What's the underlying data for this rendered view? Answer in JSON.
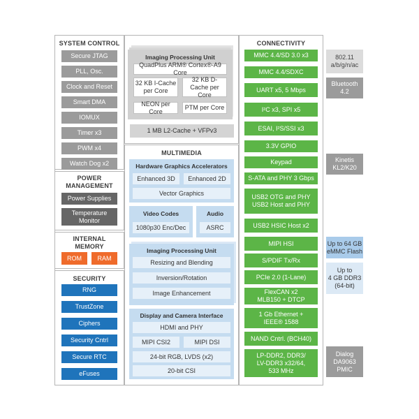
{
  "system_control": {
    "title": "SYSTEM CONTROL",
    "items": [
      "Secure JTAG",
      "PLL, Osc.",
      "Clock and Reset",
      "Smart DMA",
      "IOMUX",
      "Timer x3",
      "PWM x4",
      "Watch Dog x2"
    ]
  },
  "power_management": {
    "title": "POWER MANAGEMENT",
    "items": [
      "Power Supplies",
      "Temperature Monitor"
    ]
  },
  "internal_memory": {
    "title": "INTERNAL MEMORY",
    "items": [
      "ROM",
      "RAM"
    ]
  },
  "security": {
    "title": "SECURITY",
    "items": [
      "RNG",
      "TrustZone",
      "Ciphers",
      "Security Cntrl",
      "Secure RTC",
      "eFuses"
    ]
  },
  "cpu": {
    "title": "Imaging Processing Unit",
    "core": "QuadPlus ARM® Cortex®-A9 Core",
    "icache": "32 KB I-Cache per Core",
    "dcache": "32 KB D-Cache per Core",
    "neon": "NEON per Core",
    "ptm": "PTM per Core",
    "l2": "1 MB L2-Cache + VFPv3"
  },
  "multimedia": {
    "title": "MULTIMEDIA",
    "hga": {
      "title": "Hardware Graphics Accelerators",
      "enhanced3d": "Enhanced 3D",
      "enhanced2d": "Enhanced 2D",
      "vector": "Vector Graphics"
    },
    "video": {
      "title": "Video Codes",
      "item": "1080p30 Enc/Dec"
    },
    "audio": {
      "title": "Audio",
      "item": "ASRC"
    },
    "ipu": {
      "title": "Imaging Processing Unit",
      "items": [
        "Resizing and Blending",
        "Inversion/Rotation",
        "Image Enhancement"
      ]
    },
    "dci": {
      "title": "Display and Camera Interface",
      "hdmi": "HDMI and PHY",
      "csi2": "MIPI CSI2",
      "dsi": "MIPI DSI",
      "rgb": "24-bit RGB, LVDS (x2)",
      "csi": "20-bit CSI"
    }
  },
  "connectivity": {
    "title": "CONNECTIVITY",
    "items": [
      "MMC 4.4/SD 3.0 x3",
      "MMC 4.4/SDXC",
      "UART x5, 5 Mbps",
      "I²C x3, SPI x5",
      "ESAI, I²S/SSI x3",
      "3.3V GPIO",
      "Keypad",
      "S-ATA and PHY 3 Gbps",
      "USB2 OTG and PHY\nUSB2 Host and PHY",
      "USB2 HSIC Host x2",
      "MIPI HSI",
      "S/PDIF Tx/Rx",
      "PCIe 2.0 (1-Lane)",
      "FlexCAN x2\nMLB150 + DTCP",
      "1 Gb Ethernet +\nIEEE® 1588",
      "NAND Cntrl. (BCH40)",
      "LP-DDR2, DDR3/\nLV-DDR3 x32/64,\n533 MHz"
    ]
  },
  "external": {
    "wifi": "802.11\na/b/g/n/ac",
    "bluetooth": "Bluetooth\n4.2",
    "kinetis": "Kinetis\nKL2/K20",
    "emmc": "Up to 64 GB\neMMC Flash",
    "ddr": "Up to\n4 GB DDR3\n(64-bit)",
    "pmic": "Dialog\nDA9063\nPMIC"
  }
}
